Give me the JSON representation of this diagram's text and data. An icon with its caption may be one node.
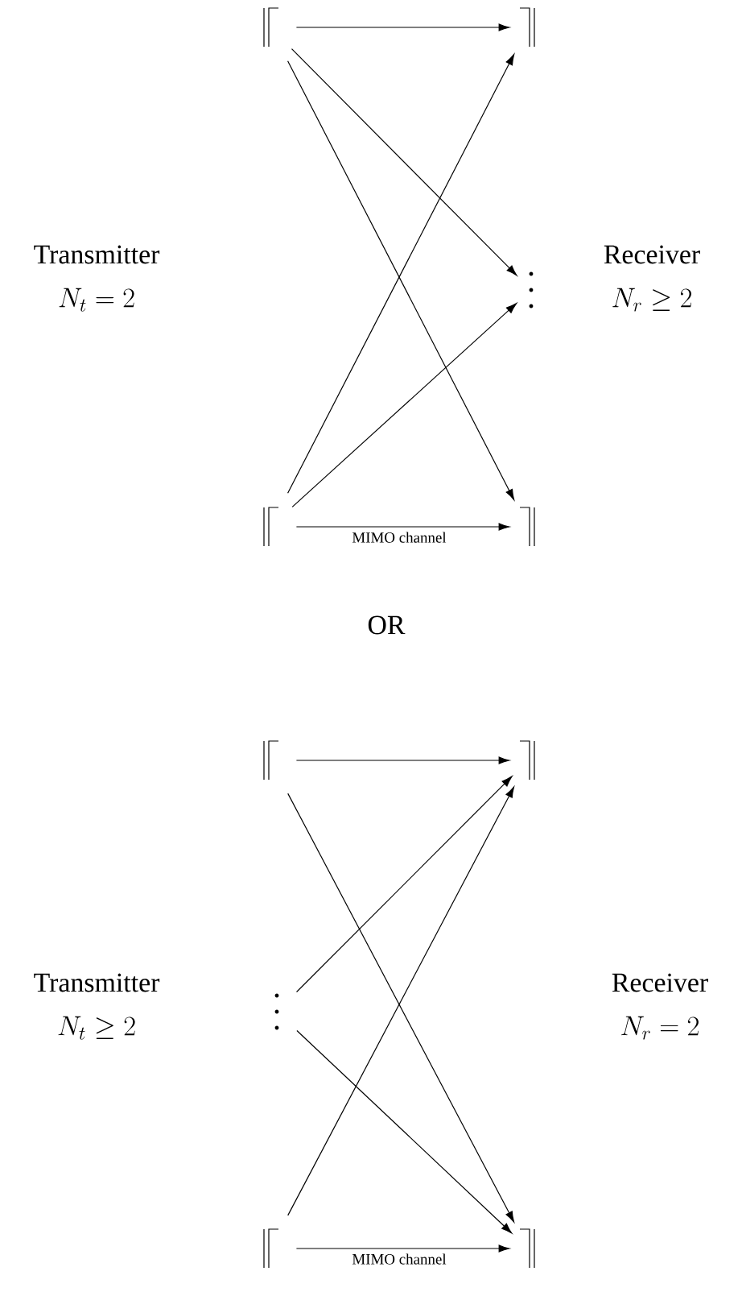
{
  "diagram": {
    "nodes": [
      {
        "text": [],
        "shape": "antenna"
      },
      {
        "text": [],
        "shape": "antenna"
      },
      {
        "text": [],
        "shape": "ellipsis"
      },
      {
        "text": [],
        "shape": "antenna"
      },
      {
        "text": [],
        "shape": "antenna"
      },
      {
        "text": [],
        "shape": "antenna"
      },
      {
        "text": [],
        "shape": "antenna"
      },
      {
        "text": [],
        "shape": "ellipsis"
      },
      {
        "text": [],
        "shape": "antenna"
      },
      {
        "text": [],
        "shape": "antenna"
      }
    ],
    "edges": [
      {
        "from": 0,
        "to": 1,
        "arrow": "to"
      },
      {
        "from": 0,
        "to": 2,
        "arrow": "to"
      },
      {
        "from": 0,
        "to": 4,
        "arrow": "to"
      },
      {
        "from": 3,
        "to": 1,
        "arrow": "to"
      },
      {
        "from": 3,
        "to": 2,
        "arrow": "to"
      },
      {
        "from": 3,
        "to": 4,
        "arrow": "to",
        "label": "MIMO channel"
      },
      {
        "from": 5,
        "to": 6,
        "arrow": "to"
      },
      {
        "from": 5,
        "to": 9,
        "arrow": "to"
      },
      {
        "from": 7,
        "to": 6,
        "arrow": "to"
      },
      {
        "from": 7,
        "to": 9,
        "arrow": "to"
      },
      {
        "from": 8,
        "to": 6,
        "arrow": "to"
      },
      {
        "from": 8,
        "to": 9,
        "arrow": "to",
        "label": "MIMO channel"
      }
    ],
    "labels": [
      "Transmitter",
      "N_t = 2",
      "Receiver",
      "N_r \\geq 2",
      "OR",
      "Transmitter",
      "N_t \\geq 2",
      "Receiver",
      "N_r = 2"
    ]
  }
}
